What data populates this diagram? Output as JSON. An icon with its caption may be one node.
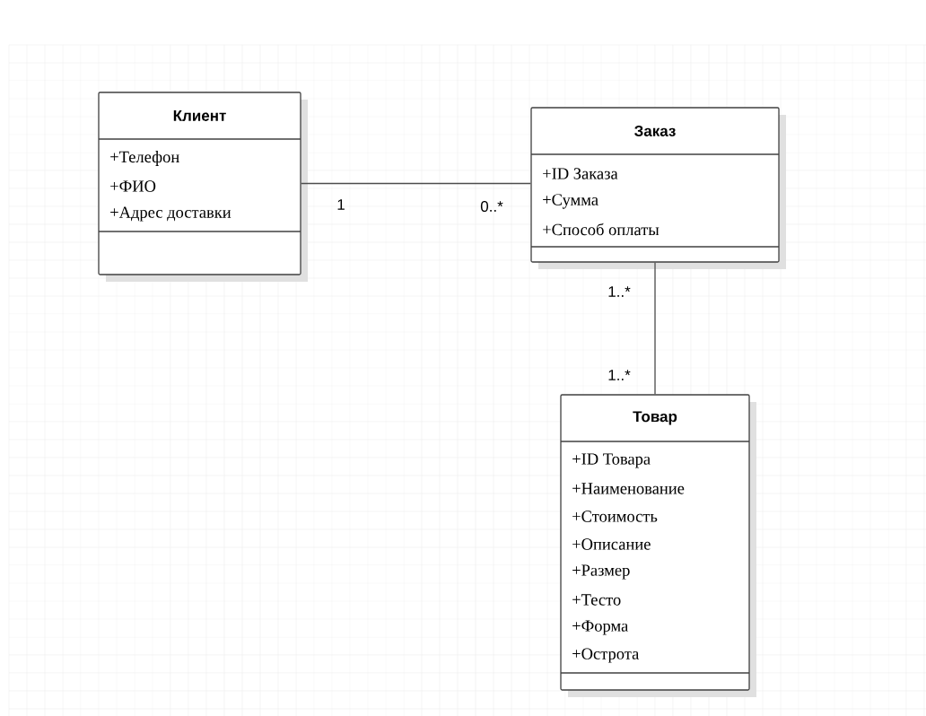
{
  "diagram": {
    "nodes": [
      {
        "text": [
          "Клиент",
          "+Телефон",
          "+ФИО",
          "+Адрес доставки"
        ]
      },
      {
        "text": [
          "Заказ",
          "+ID Заказа",
          "+Сумма",
          "+Способ оплаты"
        ]
      },
      {
        "text": [
          "Товар",
          "+ID Товара",
          "+Наименование",
          "+Стоимость",
          "+Описание",
          "+Размер",
          "+Тесто",
          "+Форма",
          "+Острота"
        ]
      }
    ],
    "edges": [
      {
        "from": 0,
        "to": 1,
        "arrow": "none"
      },
      {
        "from": 1,
        "to": 2,
        "arrow": "none"
      }
    ],
    "labels": [
      "1",
      "0..*",
      "1..*",
      "1..*"
    ]
  }
}
